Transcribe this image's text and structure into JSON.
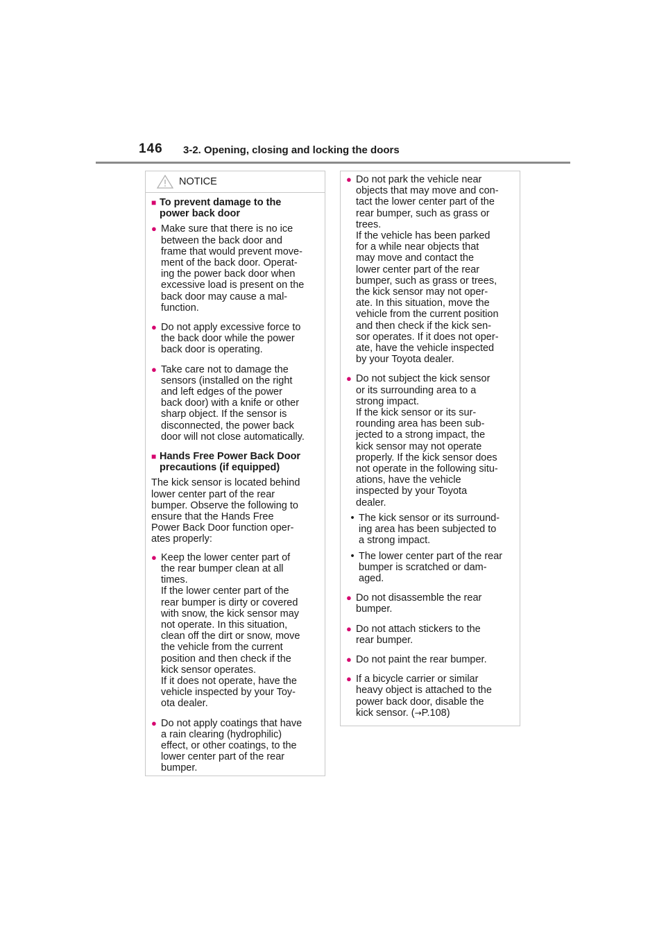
{
  "header": {
    "page_number": "146",
    "section_title": "3-2. Opening, closing and locking the doors"
  },
  "notice": {
    "label": "NOTICE",
    "icon": "warning-triangle-icon",
    "heading1": "To prevent damage to the\npower back door",
    "bullets1": [
      "Make sure that there is no ice\nbetween the back door and\nframe that would prevent move-\nment of the back door. Operat-\ning the power back door when\nexcessive load is present on the\nback door may cause a mal-\nfunction.",
      "Do not apply excessive force to\nthe back door while the power\nback door is operating.",
      "Take care not to damage the\nsensors (installed on the right\nand left edges of the power\nback door) with a knife or other\nsharp object. If the sensor is\ndisconnected, the power back\ndoor will not close automatically."
    ],
    "heading2": "Hands Free Power Back Door\nprecautions (if equipped)",
    "intro2": "The kick sensor is located behind\nlower center part of the rear\nbumper. Observe the following to\nensure that the Hands Free\nPower Back Door function oper-\nates properly:",
    "bullets2": [
      "Keep the lower center part of\nthe rear bumper clean at all\ntimes.\nIf the lower center part of the\nrear bumper is dirty or covered\nwith snow, the kick sensor may\nnot operate. In this situation,\nclean off the dirt or snow, move\nthe vehicle from the current\nposition and then check if the\nkick sensor operates.\nIf it does not operate, have the\nvehicle inspected by your Toy-\nota dealer.",
      "Do not apply coatings that have\na rain clearing (hydrophilic)\neffect, or other coatings, to the\nlower center part of the rear\nbumper."
    ],
    "right_bullets_a": [
      "Do not park the vehicle near\nobjects that may move and con-\ntact the lower center part of the\nrear bumper, such as grass or\ntrees.\nIf the vehicle has been parked\nfor a while near objects that\nmay move and contact the\nlower center part of the rear\nbumper, such as grass or trees,\nthe kick sensor may not oper-\nate. In this situation, move the\nvehicle from the current position\nand then check if the kick sen-\nsor operates. If it does not oper-\nate, have the vehicle inspected\nby your Toyota dealer.",
      "Do not subject the kick sensor\nor its surrounding area to a\nstrong impact.\nIf the kick sensor or its sur-\nrounding area has been sub-\njected to a strong impact, the\nkick sensor may not operate\nproperly. If the kick sensor does\nnot operate in the following situ-\nations, have the vehicle\ninspected by your Toyota\ndealer."
    ],
    "sub_items": [
      "The kick sensor or its surround-\ning area has been subjected to\na strong impact.",
      "The lower center part of the rear\nbumper is scratched or dam-\naged."
    ],
    "right_bullets_b": [
      "Do not disassemble the rear\nbumper.",
      "Do not attach stickers to the\nrear bumper.",
      "Do not paint the rear bumper."
    ],
    "last_bullet_text": "If a bicycle carrier or similar\nheavy object is attached to the\npower back door, disable the\nkick sensor. (",
    "last_bullet_ref": "P.108)"
  }
}
